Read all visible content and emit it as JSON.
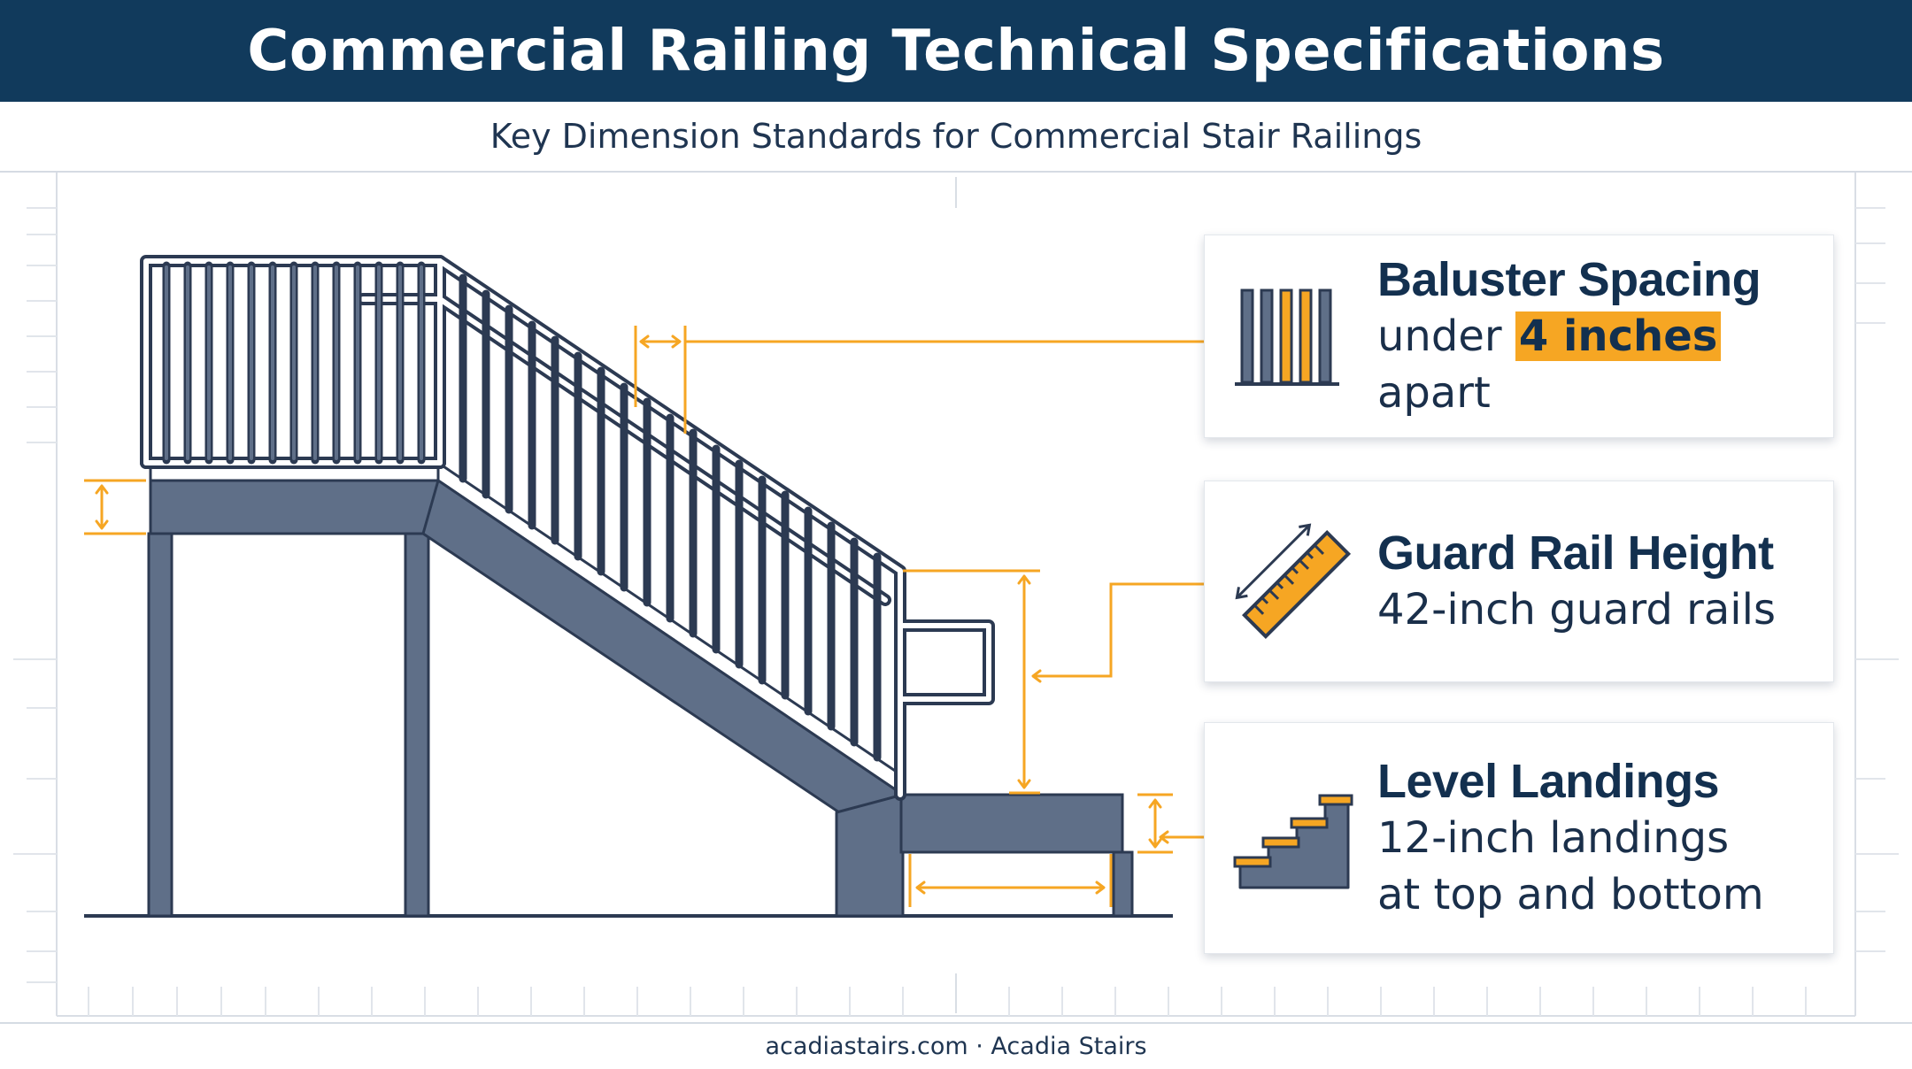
{
  "header": {
    "title": "Commercial Railing Technical Specifications"
  },
  "subtitle": "Key Dimension Standards for Commercial Stair Railings",
  "cards": [
    {
      "title": "Baluster Spacing",
      "desc_before": "under ",
      "desc_highlight": "4 inches",
      "desc_after": " apart",
      "icon": "baluster-icon"
    },
    {
      "title": "Guard Rail Height",
      "desc": "42-inch guard rails",
      "icon": "ruler-icon"
    },
    {
      "title": "Level Landings",
      "desc_line1": "12-inch landings",
      "desc_line2": "at top and bottom",
      "icon": "stairs-icon"
    }
  ],
  "footer": "acadiastairs.com · Acadia Stairs",
  "colors": {
    "navy": "#113a5c",
    "accent": "#f6a623",
    "steel": "#5f6f88",
    "outline": "#2c3a52"
  }
}
